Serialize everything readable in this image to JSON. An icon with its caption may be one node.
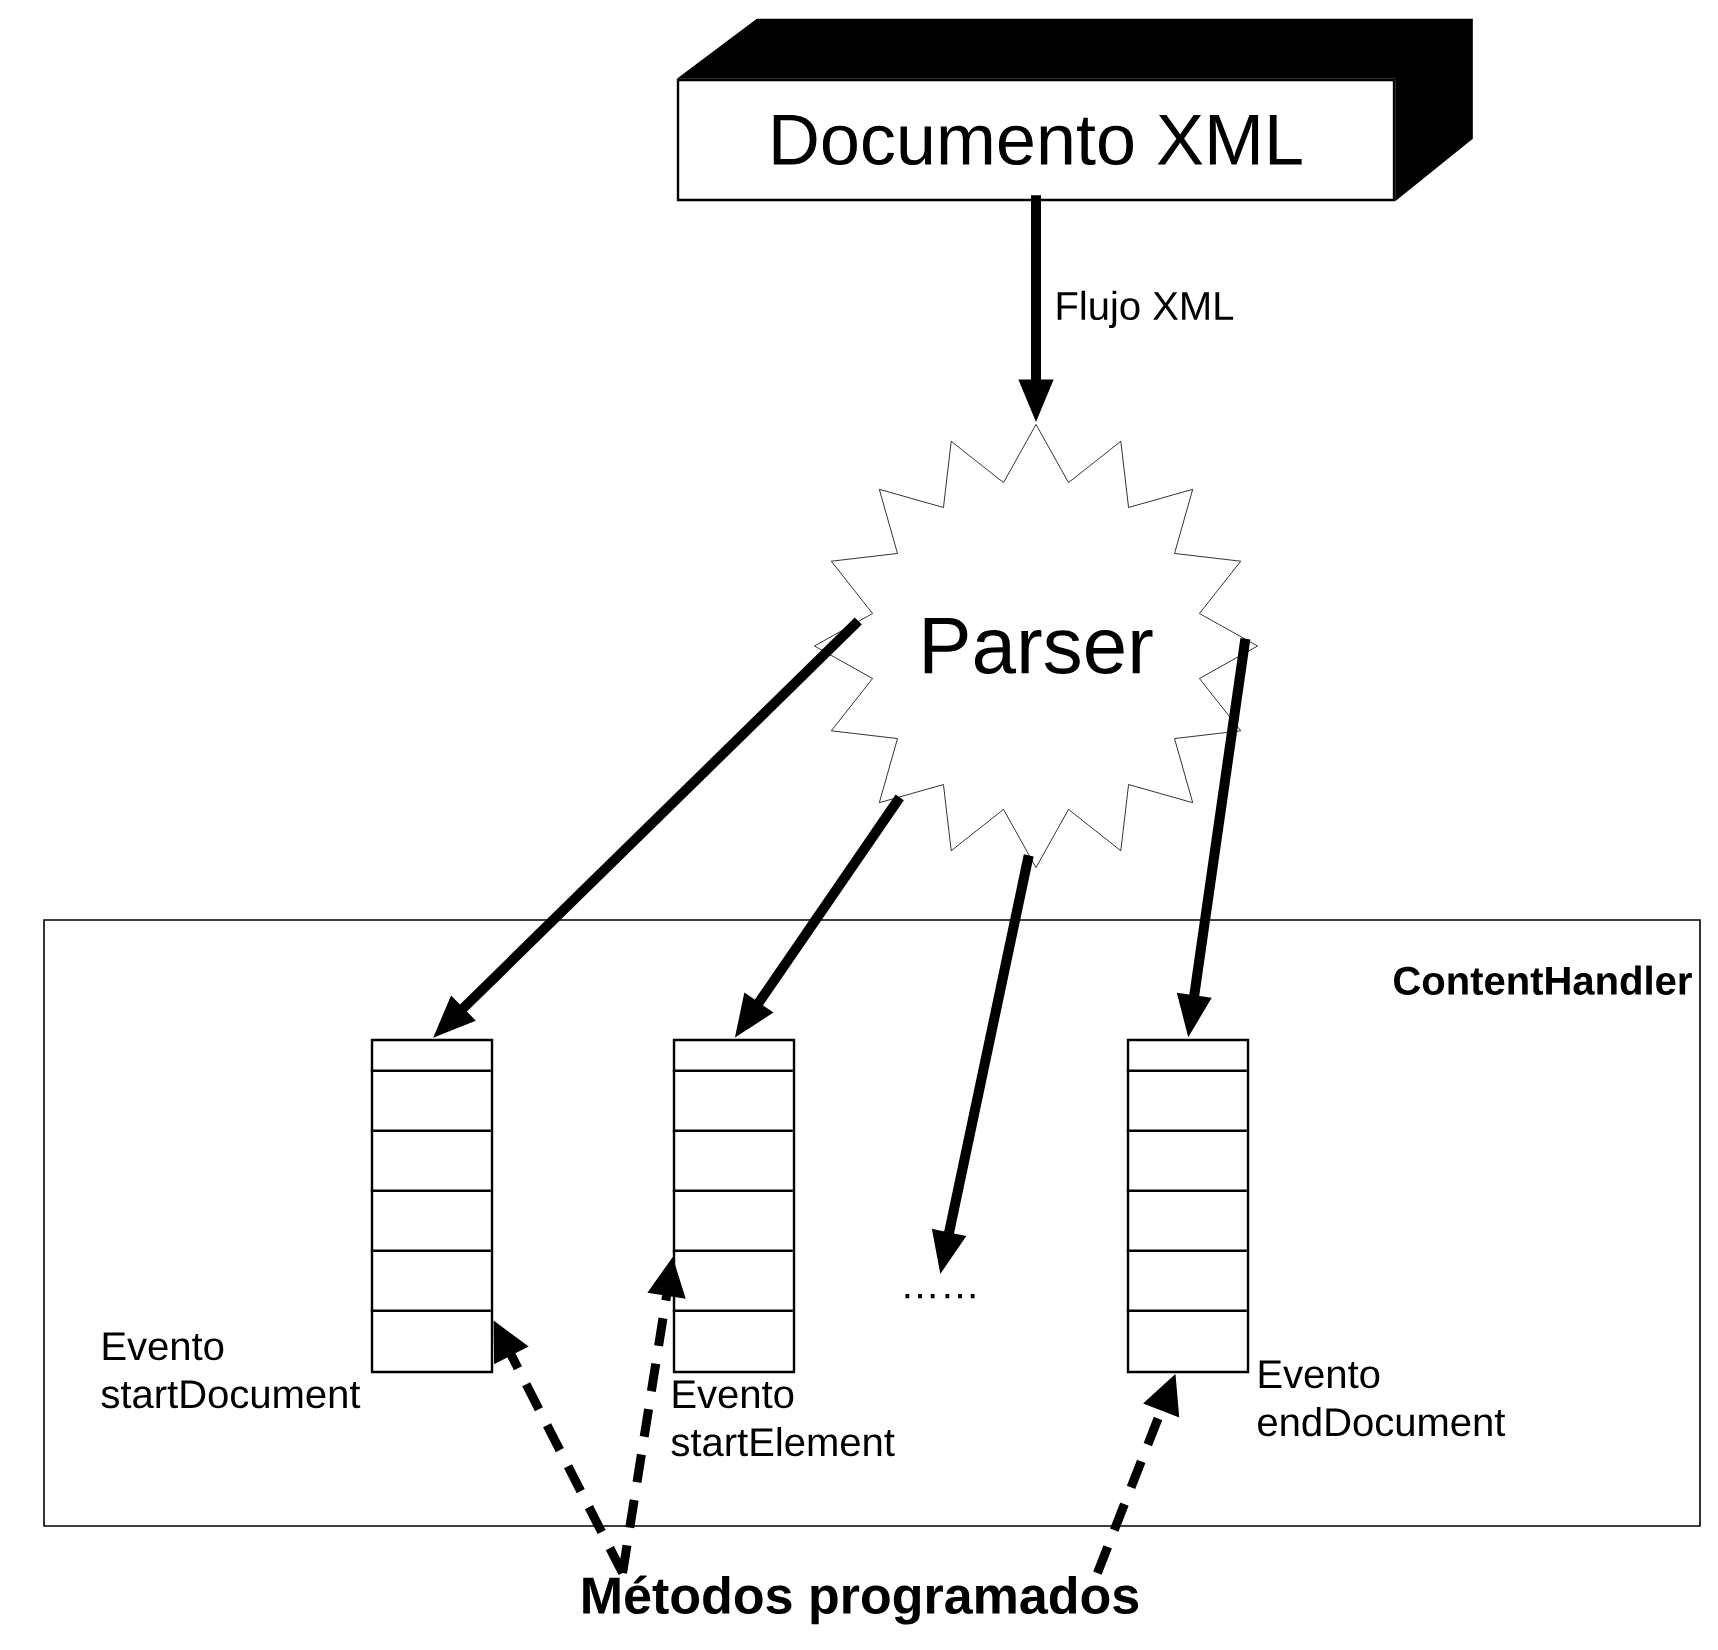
{
  "diagram": {
    "nodes": [
      {
        "text": [
          "Documento XML"
        ]
      },
      {
        "text": [
          "Parser"
        ]
      },
      {
        "text": [
          "ContentHandler"
        ]
      },
      {
        "text": [],
        "shape": "box",
        "in": 2,
        "beside": [
          "Evento startDocument"
        ]
      },
      {
        "text": [],
        "shape": "box",
        "in": 2,
        "beside": [
          "Evento startElement"
        ]
      },
      {
        "text": [
          "……"
        ],
        "in": 2
      },
      {
        "text": [],
        "shape": "box",
        "in": 2,
        "beside": [
          "Evento endDocument"
        ]
      },
      {
        "text": [
          "Métodos programados"
        ]
      }
    ],
    "edges": [
      {
        "from": 0,
        "to": 1,
        "arrow": "to",
        "label": "Flujo XML"
      },
      {
        "from": 1,
        "to": 3,
        "arrow": "to"
      },
      {
        "from": 1,
        "to": 4,
        "arrow": "to"
      },
      {
        "from": 1,
        "to": 5,
        "arrow": "to"
      },
      {
        "from": 1,
        "to": 6,
        "arrow": "to"
      },
      {
        "from": 7,
        "to": 3,
        "arrow": "to",
        "style": "dashed"
      },
      {
        "from": 7,
        "to": 4,
        "arrow": "to",
        "style": "dashed"
      },
      {
        "from": 7,
        "to": 6,
        "arrow": "to",
        "style": "dashed"
      }
    ]
  }
}
